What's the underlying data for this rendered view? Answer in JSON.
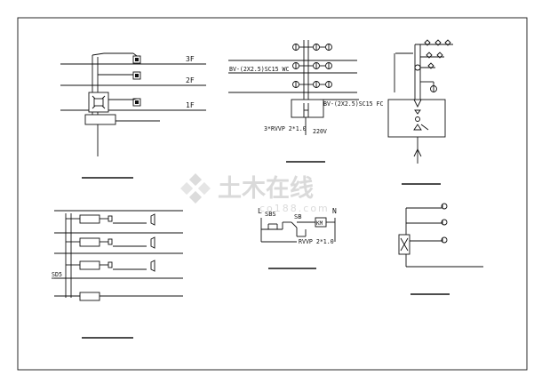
{
  "diagram1": {
    "floor_labels": [
      "3F",
      "2F",
      "1F"
    ]
  },
  "diagram2": {
    "cable_upper": "BV-(2X2.5)SC15 WC",
    "cable_lower": "BV-(2X2.5)SC15 FC",
    "control_cable": "3*RVVP 2*1.0",
    "voltage": "220V"
  },
  "diagram4": {
    "side_label": "SD5"
  },
  "diagram5": {
    "phase_label": "L",
    "neutral_label": "N",
    "switch1": "SBS",
    "switch2": "SB",
    "relay": "KM",
    "cable": "RVVP 2*1.0"
  },
  "watermark": {
    "cn": "土木在线",
    "en": "co188.com"
  }
}
